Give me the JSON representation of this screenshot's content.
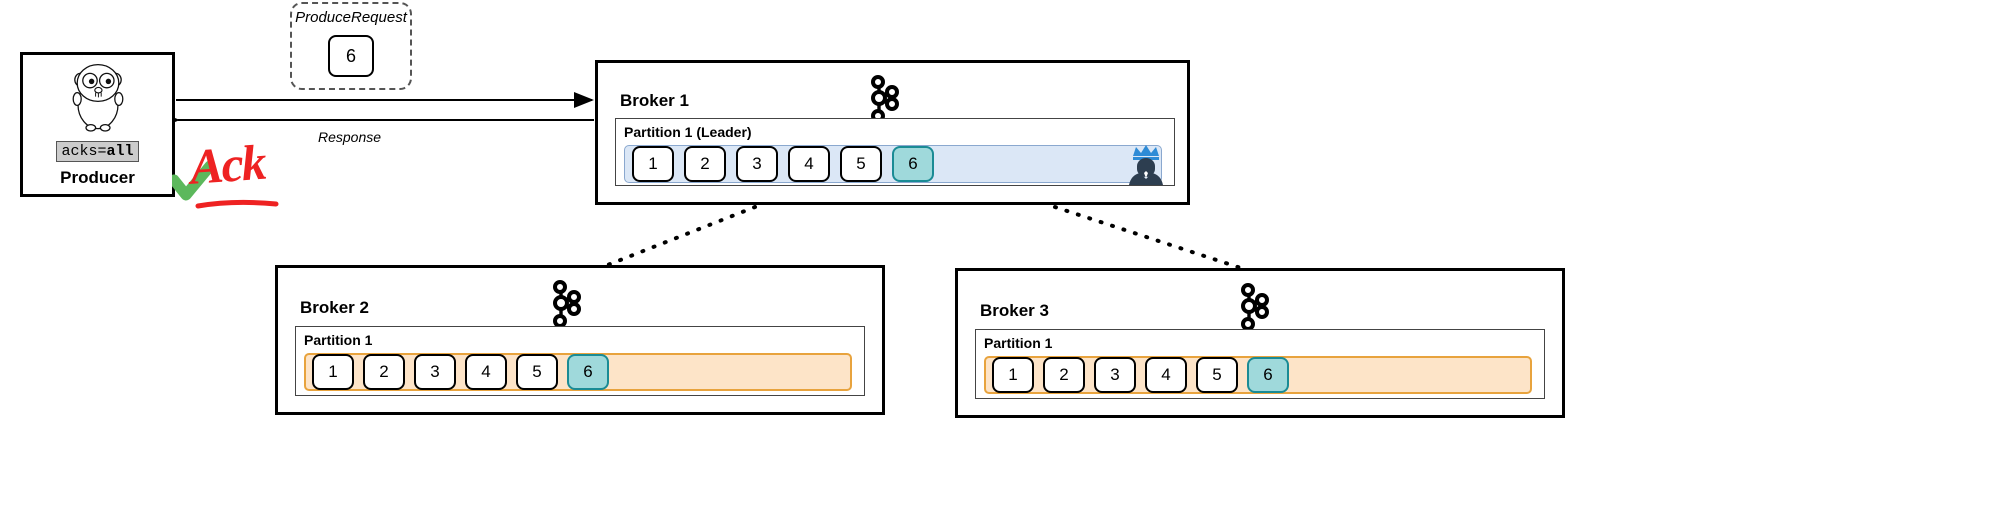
{
  "producer": {
    "icon": "go-gopher-mascot",
    "config_label": "acks=",
    "config_value": "all",
    "title": "Producer"
  },
  "produce_request": {
    "title": "ProduceRequest",
    "message": "6"
  },
  "arrows": {
    "request_label": "",
    "response_label": "Response"
  },
  "ack": {
    "text": "Ack",
    "check_icon": "green-check-icon",
    "color": "#ee2222",
    "check_color": "#5cb85c"
  },
  "brokers": [
    {
      "name": "Broker 1",
      "logo": "kafka-logo-icon",
      "partition": {
        "title": "Partition 1 (Leader)",
        "messages": [
          "1",
          "2",
          "3",
          "4",
          "5",
          "6"
        ],
        "current_message": "6",
        "bar_color": "#dbe7f6",
        "bar_border": "#8aa8cf"
      },
      "leader_icon": "crown-leader-icon"
    },
    {
      "name": "Broker 2",
      "logo": "kafka-logo-icon",
      "partition": {
        "title": "Partition 1",
        "messages": [
          "1",
          "2",
          "3",
          "4",
          "5",
          "6"
        ],
        "current_message": "6",
        "bar_color": "#fde4c8",
        "bar_border": "#e8a33d"
      },
      "leader_icon": null
    },
    {
      "name": "Broker 3",
      "logo": "kafka-logo-icon",
      "partition": {
        "title": "Partition 1",
        "messages": [
          "1",
          "2",
          "3",
          "4",
          "5",
          "6"
        ],
        "current_message": "6",
        "bar_color": "#fde4c8",
        "bar_border": "#e8a33d"
      },
      "leader_icon": null
    }
  ],
  "colors": {
    "current_message": "#9fd9db",
    "current_message_border": "#1a8b95",
    "crown": "#2e8bd6",
    "suit": "#2d3e50"
  }
}
